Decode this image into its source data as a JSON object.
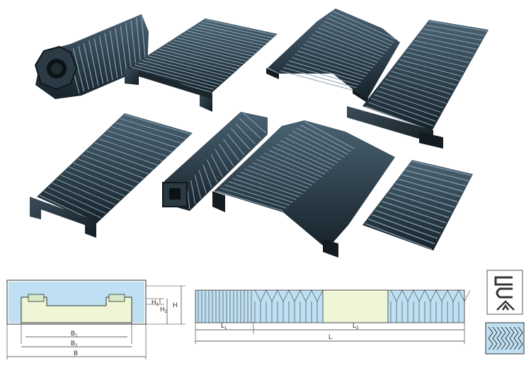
{
  "colors": {
    "bellows_dark": "#1d2a33",
    "bellows_mid": "#3b5261",
    "bellows_light": "#6e8796",
    "drawing_bg": "#eef6d6",
    "drawing_blue": "#bfe0f2",
    "drawing_line": "#333333"
  },
  "products": [
    {
      "icon": "octagonal-bellows"
    },
    {
      "icon": "flat-bellows-with-mounting-plates"
    },
    {
      "icon": "roof-shaped-bellows"
    },
    {
      "icon": "long-flat-bellows-with-flanges"
    },
    {
      "icon": "flat-bellows-with-end-plate"
    },
    {
      "icon": "box-bellows"
    },
    {
      "icon": "wide-roof-shaped-bellows"
    },
    {
      "icon": "flat-bellows-with-stiffener-strips"
    }
  ],
  "drawing": {
    "cross_section": {
      "width_labels": {
        "b1": {
          "main": "B",
          "sub": "1"
        },
        "b2": {
          "main": "B",
          "sub": "2"
        },
        "b": {
          "main": "B",
          "sub": ""
        }
      },
      "height_labels": {
        "h1": {
          "main": "H",
          "sub": "1"
        },
        "h2": {
          "main": "H",
          "sub": "2"
        },
        "h": {
          "main": "H",
          "sub": ""
        }
      }
    },
    "length_view": {
      "labels": {
        "l1": {
          "main": "L",
          "sub": "1"
        },
        "l2": {
          "main": "L",
          "sub": "2"
        },
        "l": {
          "main": "L",
          "sub": ""
        }
      }
    },
    "profiles": [
      {
        "icon": "c-profile-icon"
      },
      {
        "icon": "rounded-c-profile-icon"
      },
      {
        "icon": "v-profile-icon"
      }
    ],
    "fold_detail": {
      "icon": "fold-pattern-icon"
    }
  }
}
